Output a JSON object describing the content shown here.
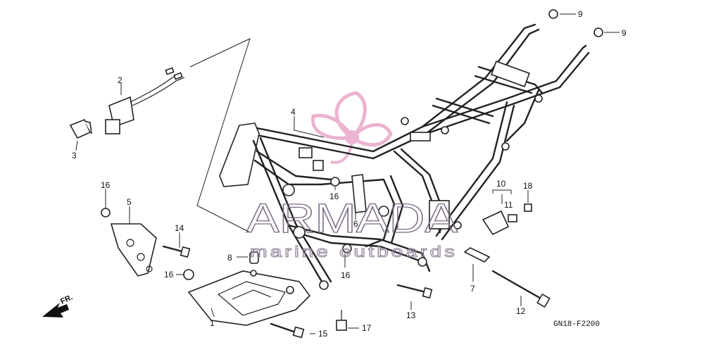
{
  "watermark": {
    "brand": "ARMADA",
    "tagline": "marine outboards",
    "logo_color": "#e8a8c8",
    "text_color": "#7b6b86"
  },
  "diagram_code": "GN18-F2200",
  "direction_label": "FR.",
  "callouts": {
    "c1": "1",
    "c2": "2",
    "c3": "3",
    "c4": "4",
    "c5": "5",
    "c6": "6",
    "c7": "7",
    "c8": "8",
    "c9a": "9",
    "c9b": "9",
    "c10": "10",
    "c11": "11",
    "c12": "12",
    "c13": "13",
    "c14": "14",
    "c15": "15",
    "c16a": "16",
    "c16b": "16",
    "c16c": "16",
    "c16d": "16",
    "c17": "17",
    "c18": "18"
  }
}
